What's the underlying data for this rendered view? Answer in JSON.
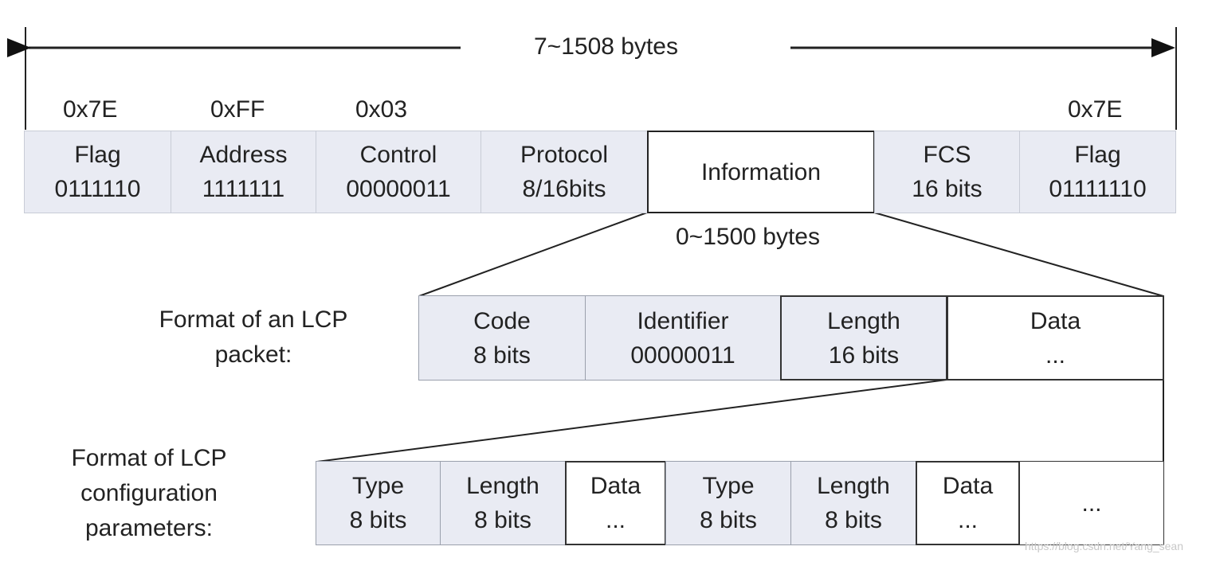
{
  "frame": {
    "total_size": "7~1508 bytes",
    "info_size": "0~1500 bytes",
    "hex_labels": [
      "0x7E",
      "0xFF",
      "0x03",
      "0x7E"
    ],
    "fields": [
      {
        "line1": "Flag",
        "line2": "0111110",
        "shaded": true
      },
      {
        "line1": "Address",
        "line2": "1111111",
        "shaded": true
      },
      {
        "line1": "Control",
        "line2": "00000011",
        "shaded": true
      },
      {
        "line1": "Protocol",
        "line2": "8/16bits",
        "shaded": true
      },
      {
        "line1": "Information",
        "line2": "",
        "shaded": false
      },
      {
        "line1": "FCS",
        "line2": "16 bits",
        "shaded": true
      },
      {
        "line1": "Flag",
        "line2": "01111110",
        "shaded": true
      }
    ]
  },
  "lcp_packet": {
    "label_line1": "Format of an LCP",
    "label_line2": "packet:",
    "fields": [
      {
        "line1": "Code",
        "line2": "8 bits",
        "shaded": true
      },
      {
        "line1": "Identifier",
        "line2": "00000011",
        "shaded": true
      },
      {
        "line1": "Length",
        "line2": "16 bits",
        "shaded": true
      },
      {
        "line1": "Data",
        "line2": "...",
        "shaded": false
      }
    ]
  },
  "lcp_config": {
    "label_line1": "Format of LCP",
    "label_line2": "configuration",
    "label_line3": "parameters:",
    "fields": [
      {
        "line1": "Type",
        "line2": "8 bits",
        "shaded": true
      },
      {
        "line1": "Length",
        "line2": "8 bits",
        "shaded": true
      },
      {
        "line1": "Data",
        "line2": "...",
        "shaded": false
      },
      {
        "line1": "Type",
        "line2": "8 bits",
        "shaded": true
      },
      {
        "line1": "Length",
        "line2": "8 bits",
        "shaded": true
      },
      {
        "line1": "Data",
        "line2": "...",
        "shaded": false
      },
      {
        "line1": "...",
        "line2": "",
        "shaded": false
      }
    ]
  },
  "watermark": "https://blog.csdn.net/Yang_sean"
}
